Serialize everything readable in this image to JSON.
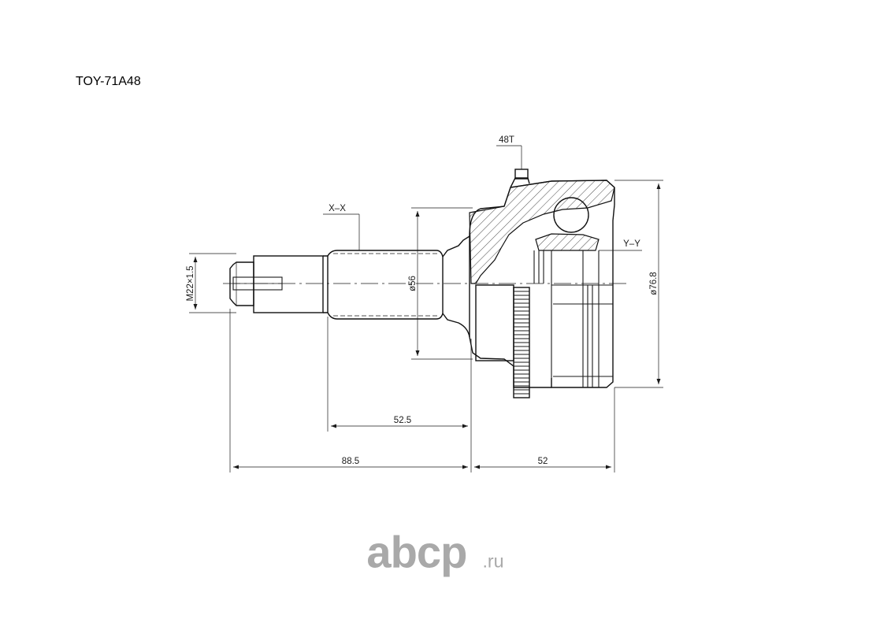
{
  "title": "TOY-71A48",
  "labels": {
    "teeth": "48T",
    "section_x": "X–X",
    "section_y": "Y–Y",
    "thread": "M22×1.5",
    "shaft_dia": "ø56",
    "outer_dia": "ø76.8",
    "len_spline": "52.5",
    "len_shaft": "88.5",
    "len_housing": "52"
  },
  "watermark": {
    "word": "abcp",
    "tld": ".ru"
  }
}
